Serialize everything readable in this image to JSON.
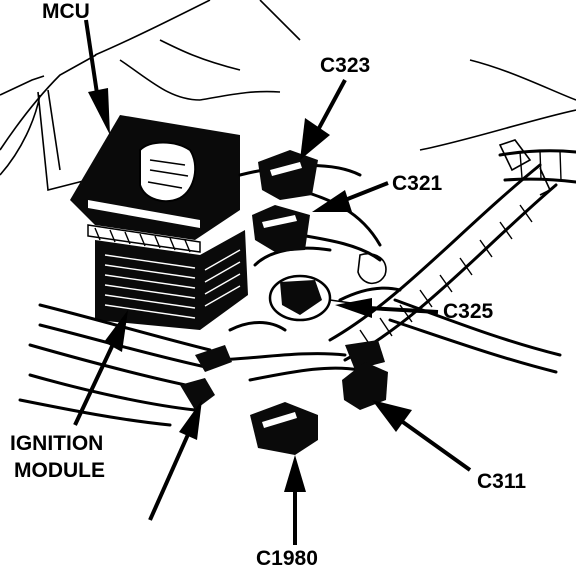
{
  "labels": {
    "mcu": "MCU",
    "c323": "C323",
    "c321": "C321",
    "c325": "C325",
    "ignition_line1": "IGNITION",
    "ignition_line2": "MODULE",
    "c311": "C311",
    "c1980": "C1980"
  },
  "colors": {
    "ink": "#000000",
    "paper": "#ffffff"
  }
}
